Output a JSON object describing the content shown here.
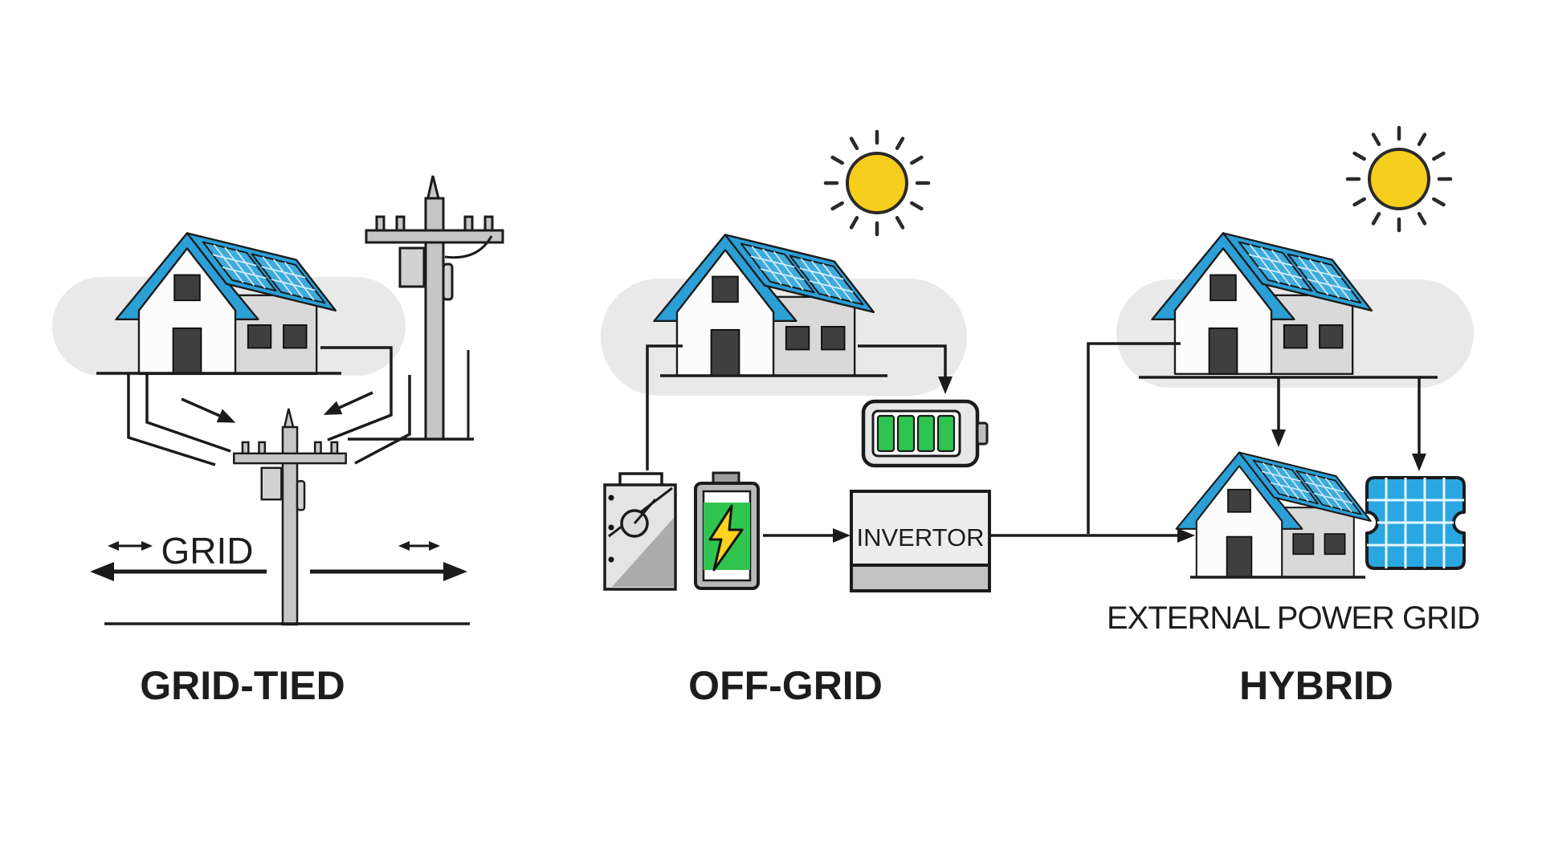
{
  "diagram": {
    "left_panel": {
      "title": "GRID-TIED",
      "grid_label": "GRID",
      "components": [
        "house-with-solar-panels",
        "utility-pole",
        "distribution-pole",
        "bidirectional-grid-arrows"
      ]
    },
    "middle_panel": {
      "title": "OFF-GRID",
      "inverter_label": "INVERTOR",
      "components": [
        "sun",
        "house-with-solar-panels",
        "charge-controller",
        "battery",
        "battery-bank",
        "inverter"
      ]
    },
    "right_panel": {
      "title": "HYBRID",
      "external_grid_label": "EXTERNAL POWER GRID",
      "components": [
        "sun",
        "house-with-solar-panels",
        "small-house-with-solar",
        "external-power-grid-tile"
      ]
    },
    "colors": {
      "roof_blue": "#2b9fd6",
      "solar_panel_blue": "#3fabdd",
      "grid_tile_blue": "#2aa7e1",
      "sun_yellow": "#f6ce1d",
      "battery_green": "#2ec44f",
      "bolt_yellow": "#ffd21f",
      "outline_black": "#1b1b1b",
      "pill_gray": "#e9e9e9"
    }
  }
}
